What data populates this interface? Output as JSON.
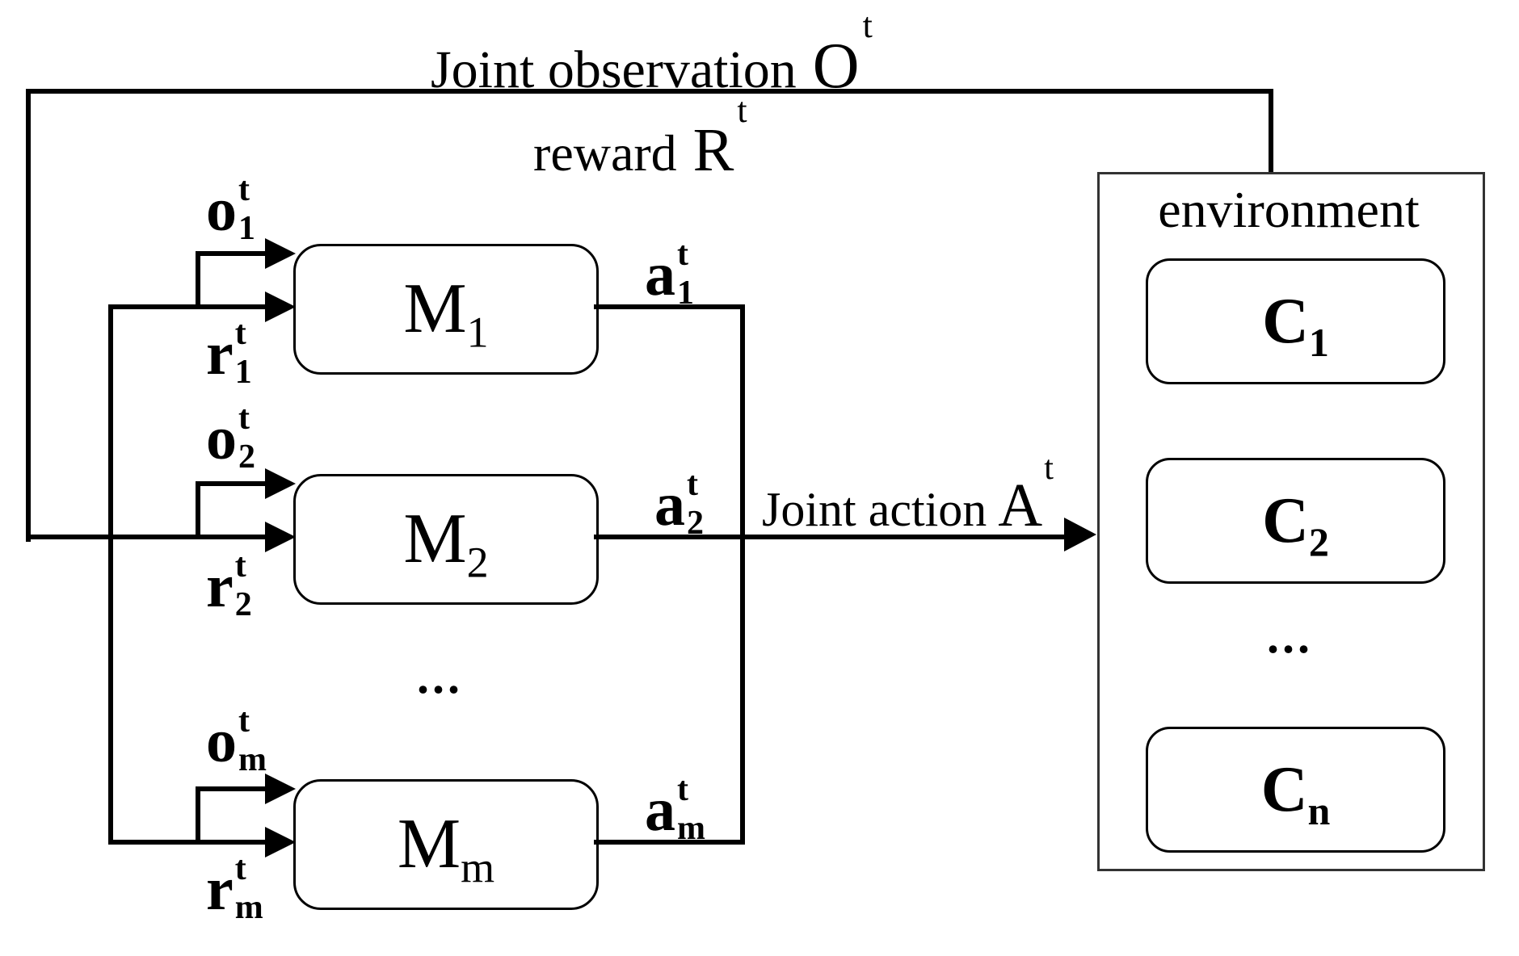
{
  "diagram": {
    "colors": {
      "line": "#000000",
      "background": "#ffffff"
    },
    "top": {
      "joint_observation": {
        "text": "Joint observation",
        "symbol": "O",
        "sup": "t"
      },
      "reward": {
        "text": "reward",
        "symbol": "R",
        "sup": "t"
      }
    },
    "joint_action": {
      "text": "Joint action",
      "symbol": "A",
      "sup": "t"
    },
    "agents": [
      {
        "label": "M",
        "sub": "1",
        "obs": {
          "letter": "o",
          "sup": "t",
          "sub": "1"
        },
        "rew": {
          "letter": "r",
          "sup": "t",
          "sub": "1"
        },
        "act": {
          "letter": "a",
          "sup": "t",
          "sub": "1"
        }
      },
      {
        "label": "M",
        "sub": "2",
        "obs": {
          "letter": "o",
          "sup": "t",
          "sub": "2"
        },
        "rew": {
          "letter": "r",
          "sup": "t",
          "sub": "2"
        },
        "act": {
          "letter": "a",
          "sup": "t",
          "sub": "2"
        }
      },
      {
        "label": "M",
        "sub": "m",
        "obs": {
          "letter": "o",
          "sup": "t",
          "sub": "m"
        },
        "rew": {
          "letter": "r",
          "sup": "t",
          "sub": "m"
        },
        "act": {
          "letter": "a",
          "sup": "t",
          "sub": "m"
        }
      }
    ],
    "agents_ellipsis": "...",
    "environment": {
      "label": "environment",
      "components": [
        {
          "label": "C",
          "sub": "1"
        },
        {
          "label": "C",
          "sub": "2"
        },
        {
          "label": "C",
          "sub": "n"
        }
      ],
      "ellipsis": "..."
    }
  }
}
